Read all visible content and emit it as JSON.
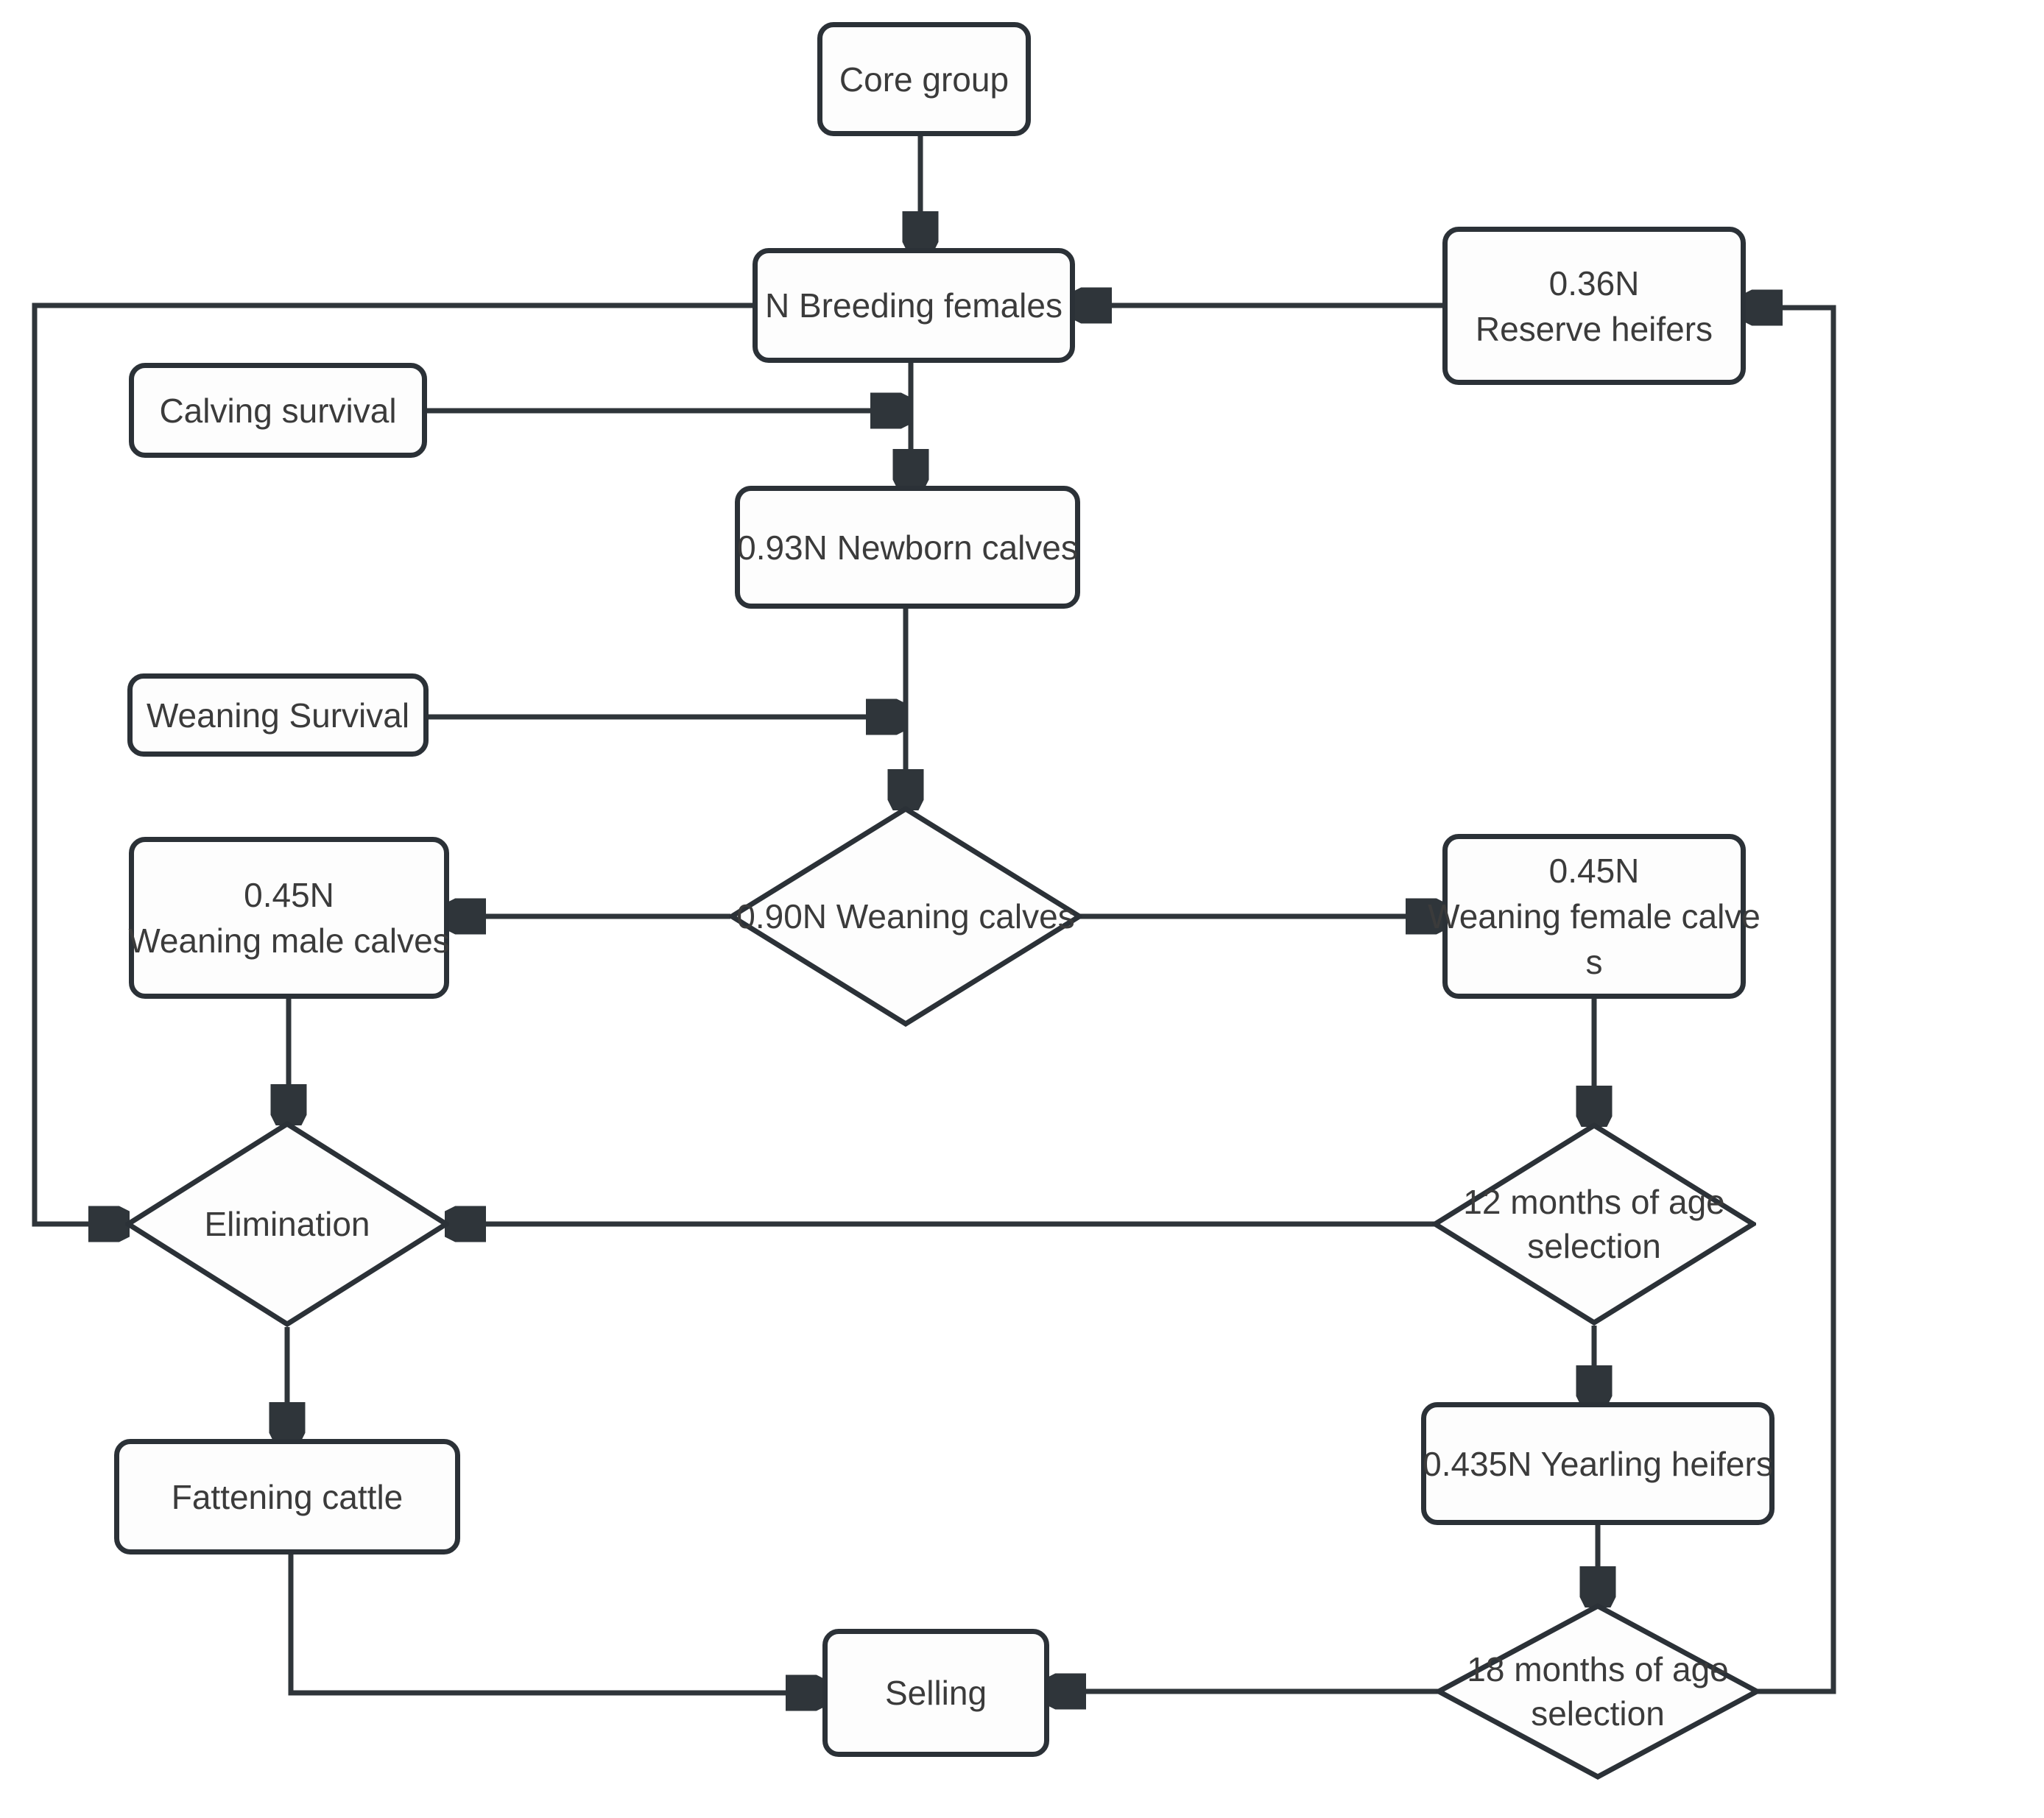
{
  "diagram_type": "flowchart",
  "colors": {
    "stroke": "#2f353a",
    "node_border": "#2b3137",
    "node_fill": "#fdfdfd",
    "text": "#3b3b3b",
    "page_background": "#ffffff"
  },
  "nodes": {
    "core_group": {
      "shape": "rect",
      "lines": [
        "Core group"
      ]
    },
    "breeding_females": {
      "shape": "rect",
      "lines": [
        "N Breeding females"
      ]
    },
    "reserve_heifers": {
      "shape": "rect",
      "lines": [
        "0.36N",
        "Reserve heifers"
      ]
    },
    "calving_survival": {
      "shape": "rect",
      "lines": [
        "Calving survival"
      ]
    },
    "newborn_calves": {
      "shape": "rect",
      "lines": [
        "0.93N Newborn calves"
      ]
    },
    "weaning_survival": {
      "shape": "rect",
      "lines": [
        "Weaning Survival"
      ]
    },
    "weaning_calves": {
      "shape": "diamond",
      "lines": [
        "0.90N Weaning calves"
      ]
    },
    "weaning_male_calves": {
      "shape": "rect",
      "lines": [
        "0.45N",
        "Weaning male calves"
      ]
    },
    "weaning_female_calves": {
      "shape": "rect",
      "lines": [
        "0.45N",
        "Weaning female calve",
        "s"
      ]
    },
    "elimination": {
      "shape": "diamond",
      "lines": [
        "Elimination"
      ]
    },
    "twelve_month_selection": {
      "shape": "diamond",
      "lines": [
        "12 months of age",
        "selection"
      ]
    },
    "fattening_cattle": {
      "shape": "rect",
      "lines": [
        "Fattening cattle"
      ]
    },
    "yearling_heifers": {
      "shape": "rect",
      "lines": [
        "0.435N Yearling heifers"
      ]
    },
    "selling": {
      "shape": "rect",
      "lines": [
        "Selling"
      ]
    },
    "eighteen_month_selection": {
      "shape": "diamond",
      "lines": [
        "18 months of age",
        "selection"
      ]
    }
  },
  "edges": [
    {
      "from": "core_group",
      "to": "breeding_females"
    },
    {
      "from": "reserve_heifers",
      "to": "breeding_females"
    },
    {
      "from": "breeding_females",
      "to": "newborn_calves"
    },
    {
      "from": "calving_survival",
      "to": "junction_breeding_to_newborn"
    },
    {
      "from": "newborn_calves",
      "to": "weaning_calves"
    },
    {
      "from": "weaning_survival",
      "to": "junction_newborn_to_weaning"
    },
    {
      "from": "weaning_calves",
      "to": "weaning_male_calves"
    },
    {
      "from": "weaning_calves",
      "to": "weaning_female_calves"
    },
    {
      "from": "weaning_male_calves",
      "to": "elimination"
    },
    {
      "from": "weaning_female_calves",
      "to": "twelve_month_selection"
    },
    {
      "from": "twelve_month_selection",
      "to": "elimination"
    },
    {
      "from": "breeding_females",
      "to": "elimination"
    },
    {
      "from": "elimination",
      "to": "fattening_cattle"
    },
    {
      "from": "twelve_month_selection",
      "to": "yearling_heifers"
    },
    {
      "from": "yearling_heifers",
      "to": "eighteen_month_selection"
    },
    {
      "from": "fattening_cattle",
      "to": "selling"
    },
    {
      "from": "eighteen_month_selection",
      "to": "selling"
    },
    {
      "from": "eighteen_month_selection",
      "to": "reserve_heifers"
    }
  ]
}
